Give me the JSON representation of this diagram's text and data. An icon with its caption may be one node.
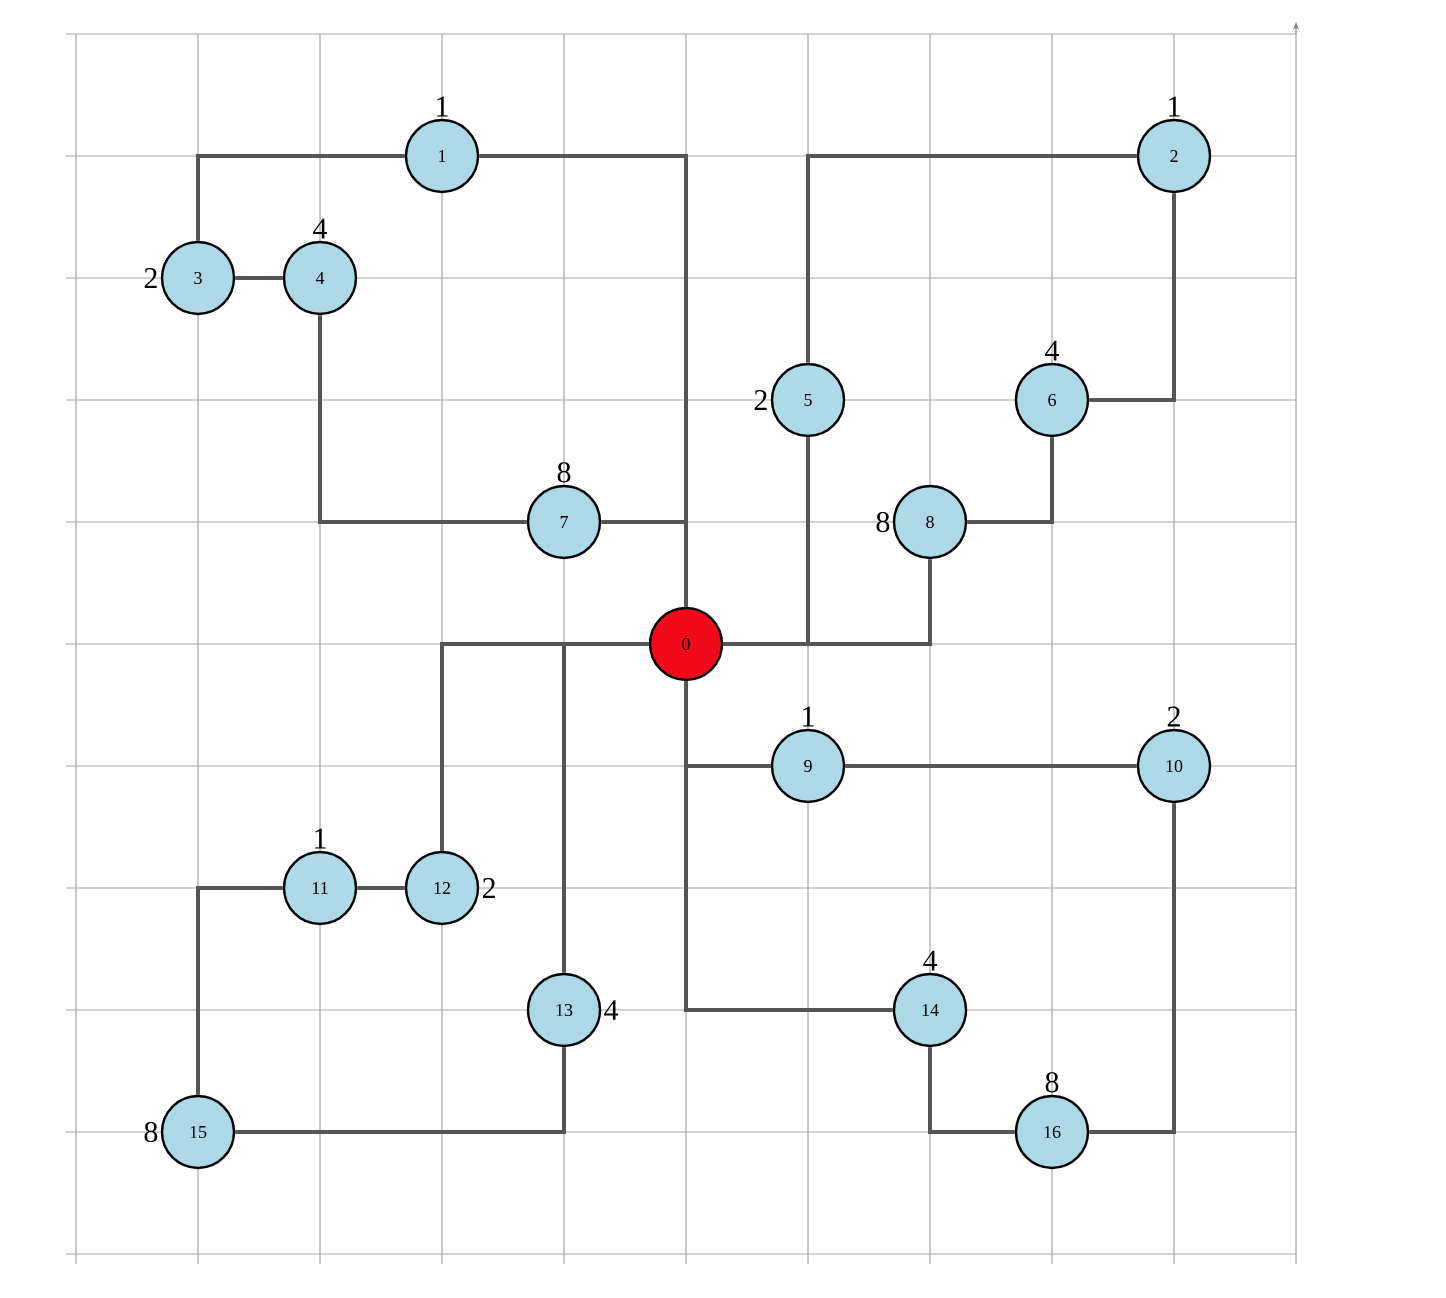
{
  "diagram": {
    "nodes": [
      {
        "text": [
          "0"
        ]
      },
      {
        "text": [
          "1"
        ],
        "beside": [
          "1"
        ]
      },
      {
        "text": [
          "2"
        ],
        "beside": [
          "1"
        ]
      },
      {
        "text": [
          "3"
        ],
        "beside": [
          "2"
        ]
      },
      {
        "text": [
          "4"
        ],
        "beside": [
          "4"
        ]
      },
      {
        "text": [
          "5"
        ],
        "beside": [
          "2"
        ]
      },
      {
        "text": [
          "6"
        ],
        "beside": [
          "4"
        ]
      },
      {
        "text": [
          "7"
        ],
        "beside": [
          "8"
        ]
      },
      {
        "text": [
          "8"
        ],
        "beside": [
          "8"
        ]
      },
      {
        "text": [
          "9"
        ],
        "beside": [
          "1"
        ]
      },
      {
        "text": [
          "10"
        ],
        "beside": [
          "2"
        ]
      },
      {
        "text": [
          "11"
        ],
        "beside": [
          "1"
        ]
      },
      {
        "text": [
          "12"
        ],
        "beside": [
          "2"
        ]
      },
      {
        "text": [
          "13"
        ],
        "beside": [
          "4"
        ]
      },
      {
        "text": [
          "14"
        ],
        "beside": [
          "4"
        ]
      },
      {
        "text": [
          "15"
        ],
        "beside": [
          "8"
        ]
      },
      {
        "text": [
          "16"
        ],
        "beside": [
          "8"
        ]
      }
    ],
    "edges": [
      {
        "from": 0,
        "to": 1,
        "arrow": "none"
      },
      {
        "from": 1,
        "to": 3,
        "arrow": "none"
      },
      {
        "from": 3,
        "to": 4,
        "arrow": "none"
      },
      {
        "from": 4,
        "to": 7,
        "arrow": "none"
      },
      {
        "from": 7,
        "to": 0,
        "arrow": "none"
      },
      {
        "from": 0,
        "to": 5,
        "arrow": "none"
      },
      {
        "from": 5,
        "to": 2,
        "arrow": "none"
      },
      {
        "from": 2,
        "to": 6,
        "arrow": "none"
      },
      {
        "from": 0,
        "to": 8,
        "arrow": "none"
      },
      {
        "from": 8,
        "to": 6,
        "arrow": "none"
      },
      {
        "from": 0,
        "to": 9,
        "arrow": "none"
      },
      {
        "from": 9,
        "to": 10,
        "arrow": "none"
      },
      {
        "from": 10,
        "to": 16,
        "arrow": "none"
      },
      {
        "from": 0,
        "to": 14,
        "arrow": "none"
      },
      {
        "from": 14,
        "to": 16,
        "arrow": "none"
      },
      {
        "from": 0,
        "to": 12,
        "arrow": "none"
      },
      {
        "from": 12,
        "to": 11,
        "arrow": "none"
      },
      {
        "from": 11,
        "to": 15,
        "arrow": "none"
      },
      {
        "from": 0,
        "to": 13,
        "arrow": "none"
      },
      {
        "from": 13,
        "to": 15,
        "arrow": "none"
      }
    ]
  }
}
